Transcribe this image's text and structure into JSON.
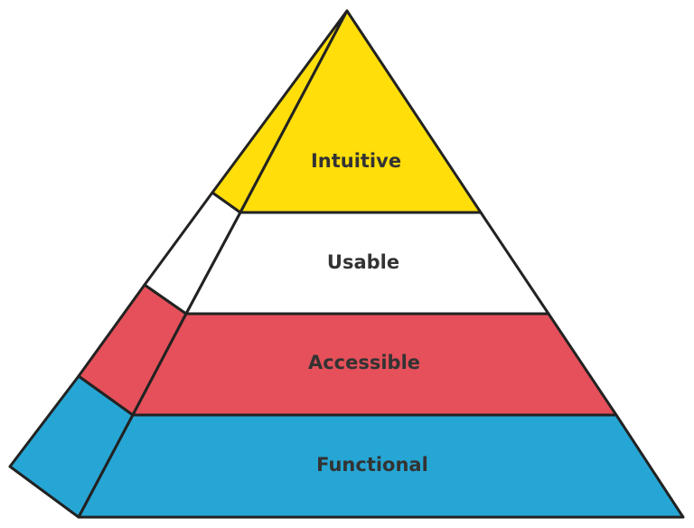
{
  "diagram": {
    "layers": [
      {
        "label": "Intuitive",
        "color": "#FFDE0A"
      },
      {
        "label": "Usable",
        "color": "#FFFFFF"
      },
      {
        "label": "Accessible",
        "color": "#E5505A"
      },
      {
        "label": "Functional",
        "color": "#26A6D4"
      }
    ]
  }
}
